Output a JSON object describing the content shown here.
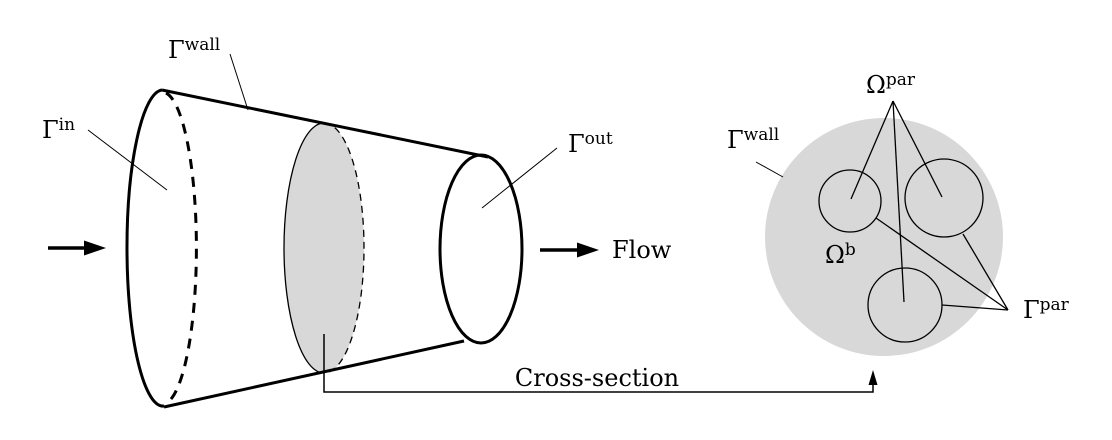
{
  "colors": {
    "ink": "#000000",
    "shade": "#d8d8d8",
    "background": "#ffffff"
  },
  "pipe": {
    "inlet_label": {
      "base": "Γ",
      "sup": "in"
    },
    "wall_label": {
      "base": "Γ",
      "sup": "wall"
    },
    "outlet_label": {
      "base": "Γ",
      "sup": "out"
    },
    "flow_label": "Flow"
  },
  "cross_section": {
    "caption": "Cross-section",
    "wall_label": {
      "base": "Γ",
      "sup": "wall"
    },
    "particle_domain_label": {
      "base": "Ω",
      "sup": "par"
    },
    "bulk_domain_label": {
      "base": "Ω",
      "sup": "b"
    },
    "particle_boundary_label": {
      "base": "Γ",
      "sup": "par"
    }
  }
}
